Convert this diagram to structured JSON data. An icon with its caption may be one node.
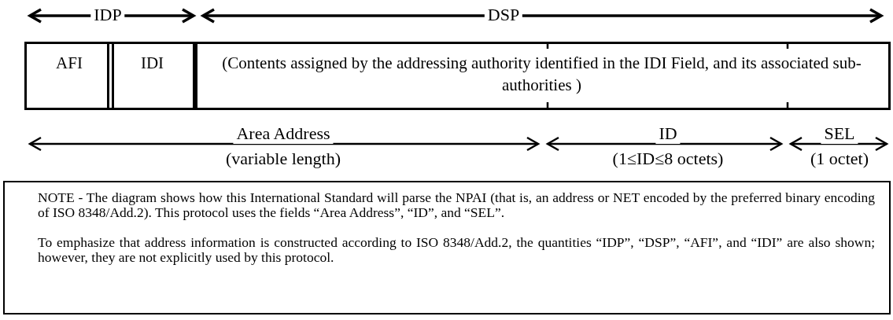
{
  "diagram": {
    "nodes": [
      {
        "text": [
          "AFI"
        ]
      },
      {
        "text": [
          "IDI"
        ]
      },
      {
        "text": [
          "(Contents assigned by the addressing authority identified in the IDI Field, and its associated sub-authorities )"
        ]
      },
      {
        "text": [
          "NOTE -  The diagram shows how this International Standard will parse the NPAI (that is, an address or NET encoded by the preferred binary encoding of ISO 8348/Add.2). This protocol uses the fields “Area Address”, “ID”, and “SEL”.",
          "To emphasize that address information is constructed according to ISO 8348/Add.2, the quantities “IDP”, “DSP”, “AFI”, and “IDI” are also shown; however, they are not explicitly used by this protocol."
        ]
      }
    ],
    "edges": [],
    "labels": [
      "IDP",
      "DSP",
      "Area Address",
      "(variable length)",
      "ID",
      "(1≤ID≤8 octets)",
      "SEL",
      "(1 octet)"
    ]
  }
}
